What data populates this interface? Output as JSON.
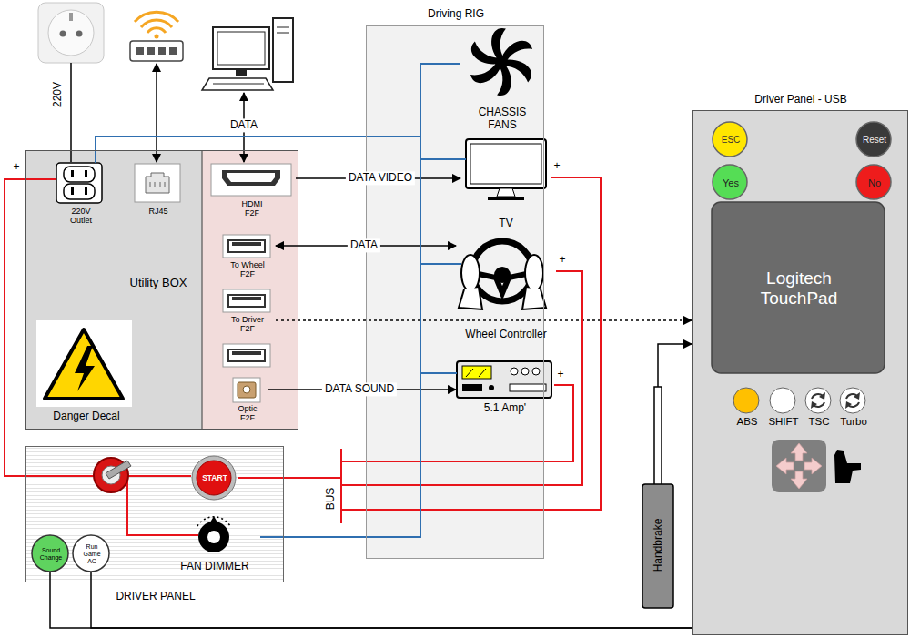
{
  "diagram": {
    "nodes": [
      {
        "text": [
          "Utility BOX"
        ]
      },
      {
        "text": [
          "220V Outlet"
        ],
        "in": 0
      },
      {
        "text": [
          "RJ45"
        ],
        "in": 0
      },
      {
        "text": [
          "Danger Decal"
        ],
        "in": 0
      },
      {
        "text": [
          "HDMI F2F"
        ],
        "in": 0
      },
      {
        "text": [
          "To Wheel F2F"
        ],
        "in": 0
      },
      {
        "text": [
          "To Driver F2F"
        ],
        "in": 0
      },
      {
        "text": [
          "Optic F2F"
        ],
        "in": 0
      },
      {
        "text": [
          "Driving RIG"
        ]
      },
      {
        "text": [
          "CHASSIS FANS"
        ],
        "in": 8
      },
      {
        "text": [
          "TV"
        ],
        "in": 8
      },
      {
        "text": [
          "Wheel Controller"
        ],
        "in": 8
      },
      {
        "text": [
          "5.1 Amp'"
        ],
        "in": 8
      },
      {
        "text": [
          "Driver Panel - USB"
        ]
      },
      {
        "text": [
          "ESC"
        ],
        "in": 13
      },
      {
        "text": [
          "Reset"
        ],
        "in": 13
      },
      {
        "text": [
          "Yes"
        ],
        "in": 13
      },
      {
        "text": [
          "No"
        ],
        "in": 13
      },
      {
        "text": [
          "Logitech TouchPad"
        ],
        "in": 13
      },
      {
        "text": [
          "ABS"
        ],
        "in": 13
      },
      {
        "text": [
          "SHIFT"
        ],
        "in": 13
      },
      {
        "text": [
          "TSC"
        ],
        "in": 13
      },
      {
        "text": [
          "Turbo"
        ],
        "in": 13
      },
      {
        "text": [
          "Handbrake"
        ]
      },
      {
        "text": [
          "DRIVER PANEL"
        ]
      },
      {
        "text": [
          "START"
        ],
        "in": 24
      },
      {
        "text": [
          "FAN DIMMER"
        ],
        "in": 24
      },
      {
        "text": [
          "Sound Change"
        ],
        "in": 24
      },
      {
        "text": [
          "Run Game AC"
        ],
        "in": 24
      }
    ],
    "edges": [
      {
        "from": 4,
        "to": 10,
        "label": "DATA VIDEO",
        "arrow": "to"
      },
      {
        "from": 5,
        "to": 11,
        "label": "DATA",
        "arrow": "both"
      },
      {
        "from": 7,
        "to": 12,
        "label": "DATA SOUND",
        "arrow": "to"
      },
      {
        "from": 6,
        "to": 13,
        "arrow": "to"
      },
      {
        "from": 23,
        "to": 13,
        "arrow": "to"
      },
      {
        "from": 27,
        "to": 13,
        "arrow": "none"
      },
      {
        "from": 28,
        "to": 13,
        "arrow": "none"
      },
      {
        "from": 25,
        "to": 10,
        "arrow": "none"
      },
      {
        "from": 25,
        "to": 11,
        "arrow": "none"
      },
      {
        "from": 25,
        "to": 12,
        "arrow": "none"
      },
      {
        "from": 26,
        "to": 9,
        "arrow": "none"
      },
      {
        "from": 1,
        "to": 9,
        "arrow": "none"
      }
    ],
    "labels": [
      "220V",
      "DATA",
      "BUS",
      "+",
      "+",
      "+",
      "+"
    ]
  }
}
